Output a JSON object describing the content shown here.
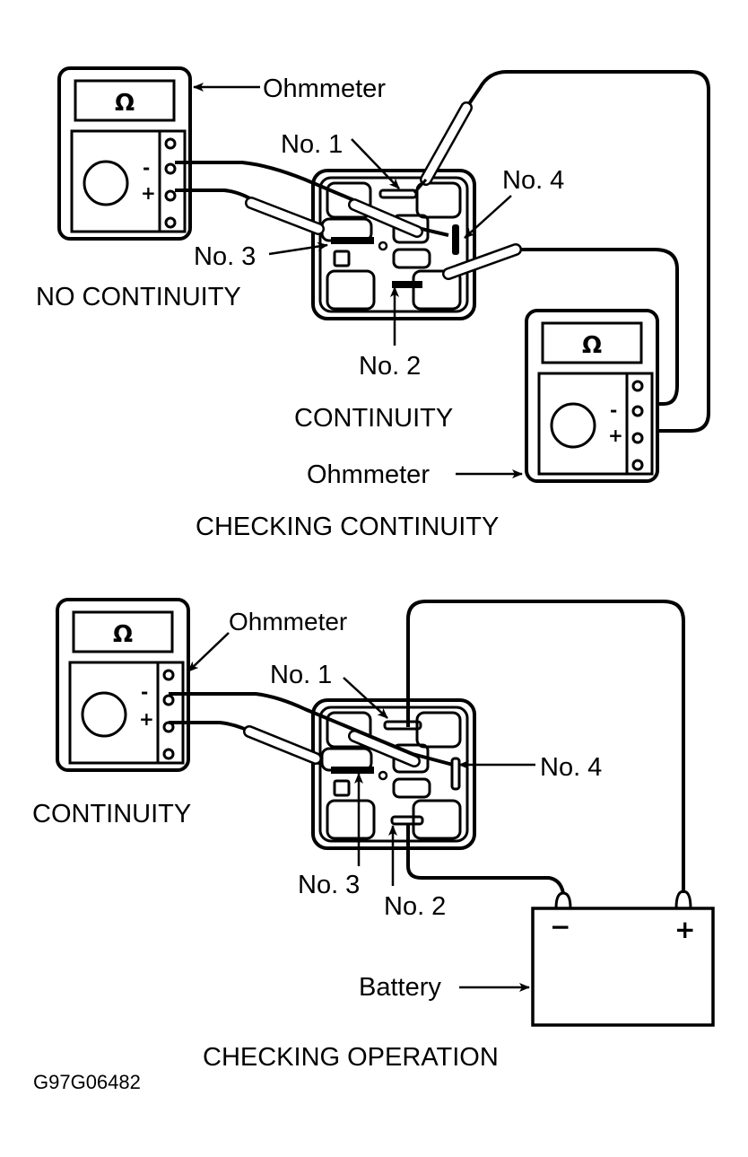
{
  "top_diagram": {
    "title": "CHECKING CONTINUITY",
    "meter_left": {
      "label": "Ohmmeter",
      "display_symbol": "Ω",
      "minus": "-",
      "plus": "+"
    },
    "meter_right": {
      "label": "Ohmmeter",
      "display_symbol": "Ω",
      "minus": "-",
      "plus": "+"
    },
    "terminals": {
      "no1": "No. 1",
      "no2": "No. 2",
      "no3": "No. 3",
      "no4": "No. 4"
    },
    "result_left": "NO CONTINUITY",
    "result_right": "CONTINUITY"
  },
  "bottom_diagram": {
    "title": "CHECKING OPERATION",
    "meter": {
      "label": "Ohmmeter",
      "display_symbol": "Ω",
      "minus": "-",
      "plus": "+"
    },
    "terminals": {
      "no1": "No. 1",
      "no2": "No. 2",
      "no3": "No. 3",
      "no4": "No. 4"
    },
    "result": "CONTINUITY",
    "battery": {
      "label": "Battery",
      "minus": "−",
      "plus": "+"
    }
  },
  "figure_code": "G97G06482"
}
